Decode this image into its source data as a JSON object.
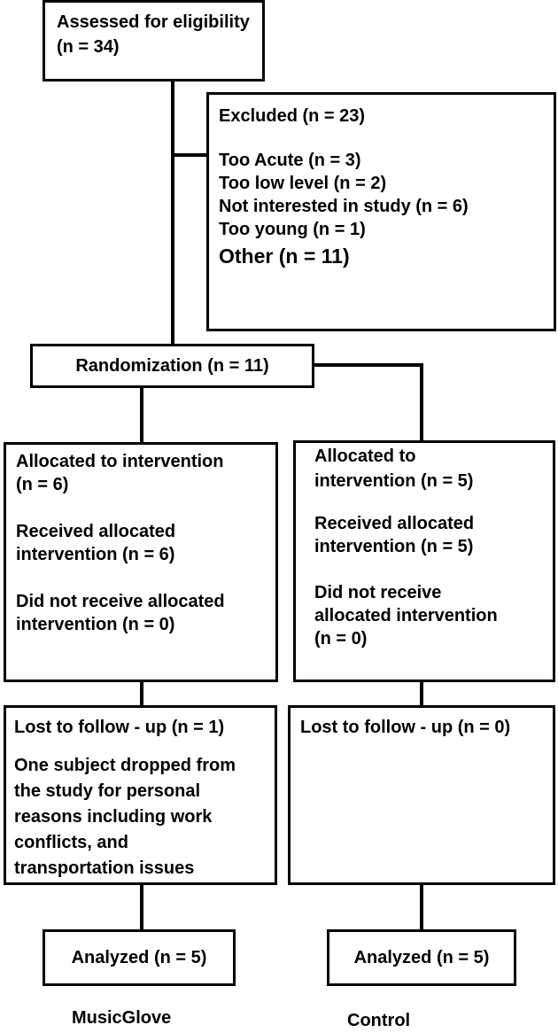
{
  "assessed": {
    "line1": "Assessed for eligibility",
    "line2": "(n = 34)"
  },
  "excluded": {
    "title": "Excluded (n = 23)",
    "items": [
      "Too Acute (n = 3)",
      "Too low level (n = 2)",
      "Not interested in study (n = 6)",
      "Too young (n = 1)",
      "Other (n = 11)"
    ]
  },
  "randomization": {
    "label": "Randomization (n = 11)"
  },
  "left_alloc": {
    "allocated": [
      "Allocated to intervention",
      "(n = 6)"
    ],
    "received": [
      "Received allocated",
      "intervention (n = 6)"
    ],
    "not_received": [
      "Did not receive allocated",
      "intervention (n = 0)"
    ]
  },
  "right_alloc": {
    "allocated": [
      "Allocated to",
      "intervention (n = 5)"
    ],
    "received": [
      "Received allocated",
      "intervention (n = 5)"
    ],
    "not_received": [
      "Did not receive",
      "allocated intervention",
      "(n = 0)"
    ]
  },
  "left_followup": {
    "title": "Lost to follow - up (n = 1)",
    "detail": [
      "One subject dropped from",
      "the study for personal",
      "reasons including work",
      "conflicts, and",
      "transportation issues"
    ]
  },
  "right_followup": {
    "title": "Lost to follow - up (n = 0)"
  },
  "left_analyzed": {
    "label": "Analyzed (n = 5)"
  },
  "right_analyzed": {
    "label": "Analyzed (n = 5)"
  },
  "groups": {
    "left": "MusicGlove",
    "right": "Control"
  }
}
